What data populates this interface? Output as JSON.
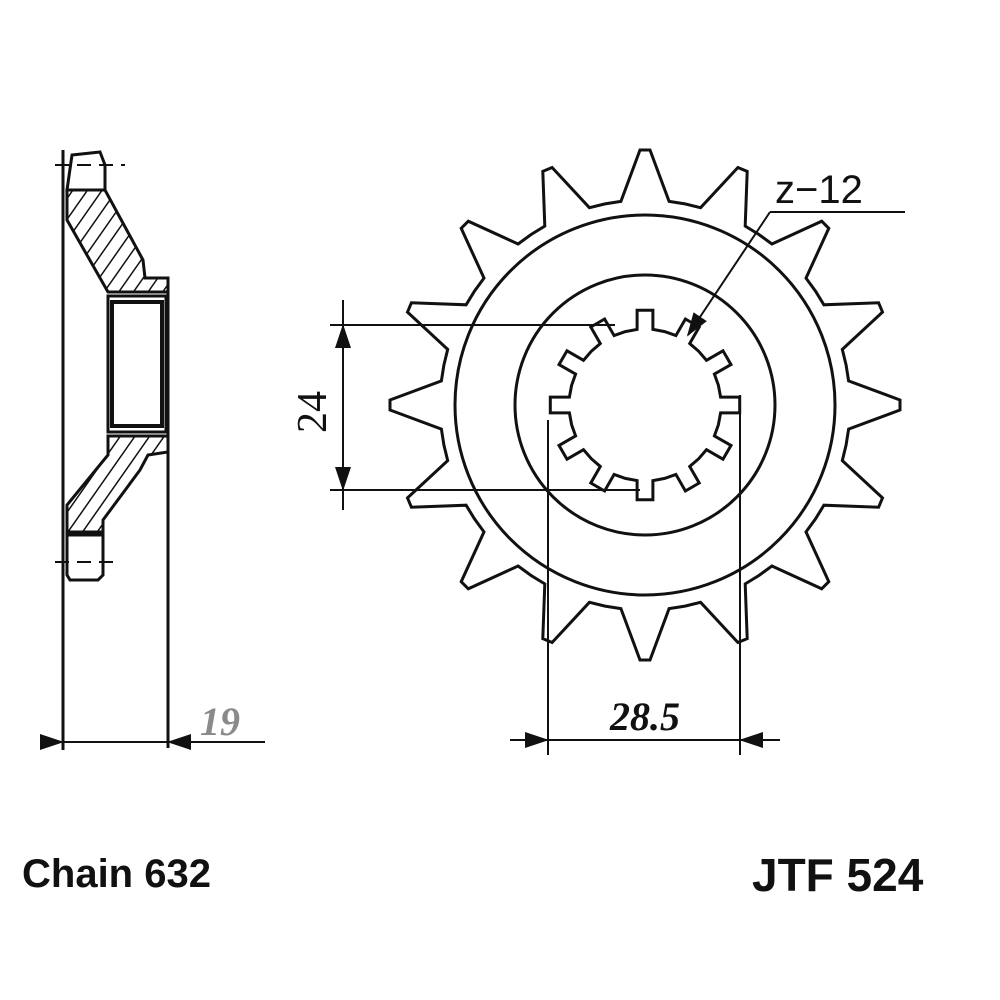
{
  "drawing": {
    "chain_label": "Chain 632",
    "part_number": "JTF 524",
    "spline_label": "z−12",
    "dim_width": "19",
    "dim_spline_diameter": "24",
    "dim_spline_span": "28.5",
    "sprocket_teeth": 16,
    "spline_teeth": 12
  },
  "colors": {
    "line": "#111111",
    "dim_gray": "#8a8a8a"
  }
}
